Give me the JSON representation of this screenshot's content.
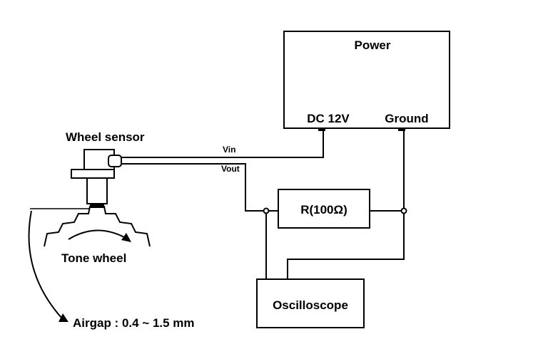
{
  "labels": {
    "power": "Power",
    "dc": "DC 12V",
    "ground": "Ground",
    "wheel_sensor": "Wheel sensor",
    "vin": "Vin",
    "vout": "Vout",
    "resistor": "R(100Ω)",
    "tone_wheel": "Tone wheel",
    "oscilloscope": "Oscilloscope",
    "airgap": "Airgap : 0.4 ~ 1.5 mm"
  },
  "colors": {
    "line": "#000000",
    "background": "#ffffff"
  }
}
